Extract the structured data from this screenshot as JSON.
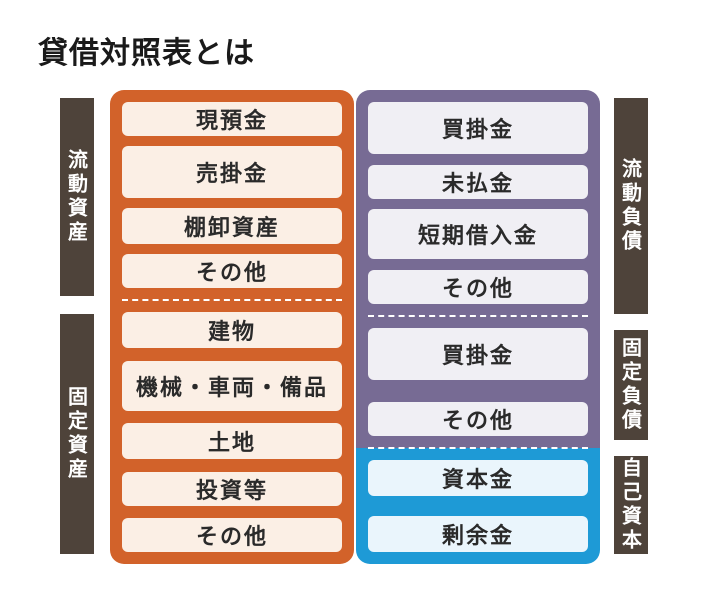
{
  "title": "貸借対照表とは",
  "side_labels": {
    "current_assets": "流動資産",
    "fixed_assets": "固定資産",
    "current_liabilities": "流動負債",
    "fixed_liabilities": "固定負債",
    "equity": "自己資本"
  },
  "current_assets": [
    "現預金",
    "売掛金",
    "棚卸資産",
    "その他"
  ],
  "fixed_assets": [
    "建物",
    "機械・車両・備品",
    "土地",
    "投資等",
    "その他"
  ],
  "current_liabilities": [
    "買掛金",
    "未払金",
    "短期借入金",
    "その他"
  ],
  "fixed_liabilities": [
    "買掛金",
    "その他"
  ],
  "equity": [
    "資本金",
    "剰余金"
  ],
  "colors": {
    "assets": "#d2622a",
    "liabilities": "#776b94",
    "equity": "#1e9ad6",
    "label_bg": "#4e433a"
  }
}
